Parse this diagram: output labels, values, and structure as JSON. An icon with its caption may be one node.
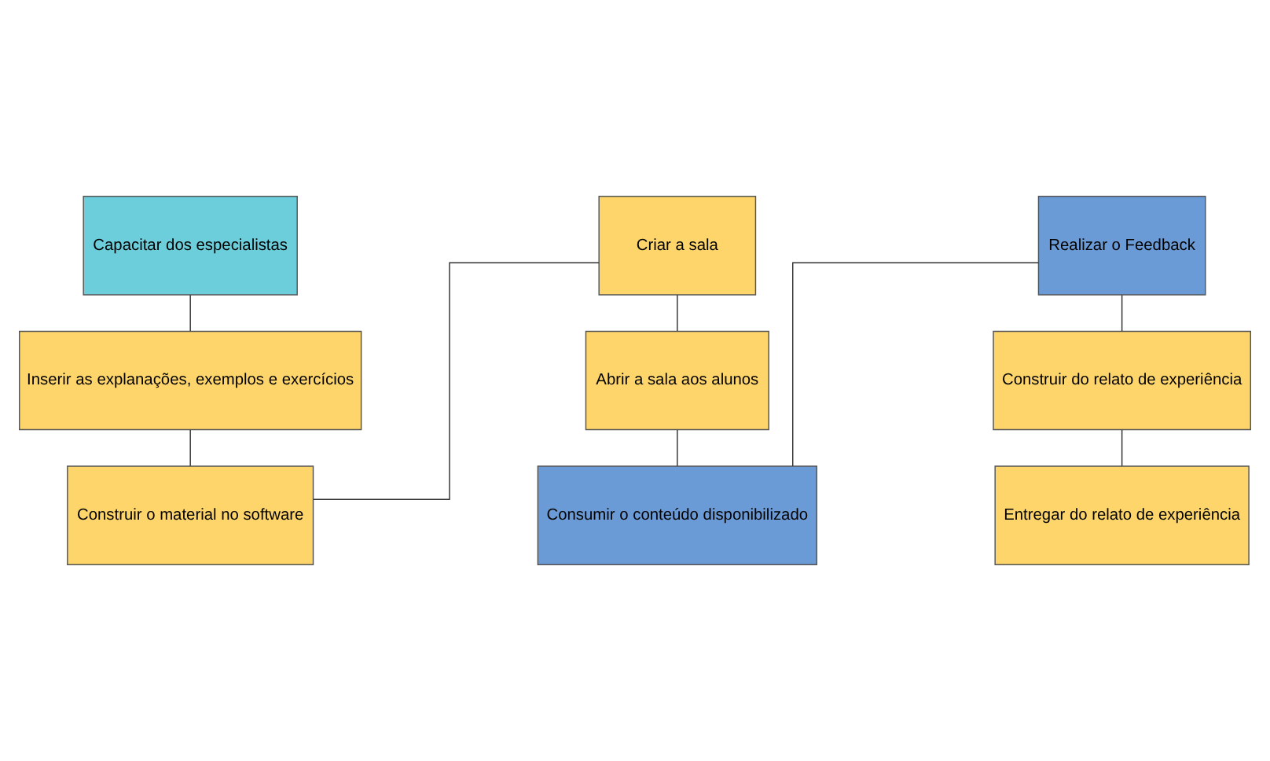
{
  "diagram": {
    "nodes": [
      {
        "text": [
          "Capacitar dos especialistas"
        ]
      },
      {
        "text": [
          "Inserir as explanações, exemplos e exercícios"
        ]
      },
      {
        "text": [
          "Construir o material no software"
        ]
      },
      {
        "text": [
          "Criar a sala"
        ]
      },
      {
        "text": [
          "Abrir a sala aos alunos"
        ]
      },
      {
        "text": [
          "Consumir o conteúdo disponibilizado"
        ]
      },
      {
        "text": [
          "Realizar o Feedback"
        ]
      },
      {
        "text": [
          "Construir do relato de experiência"
        ]
      },
      {
        "text": [
          "Entregar do relato de experiência"
        ]
      }
    ],
    "edges": [
      {
        "from": 0,
        "to": 1,
        "arrow": "none"
      },
      {
        "from": 1,
        "to": 2,
        "arrow": "none"
      },
      {
        "from": 2,
        "to": 3,
        "arrow": "none"
      },
      {
        "from": 3,
        "to": 4,
        "arrow": "none"
      },
      {
        "from": 4,
        "to": 5,
        "arrow": "none"
      },
      {
        "from": 5,
        "to": 6,
        "arrow": "none"
      },
      {
        "from": 6,
        "to": 7,
        "arrow": "none"
      },
      {
        "from": 7,
        "to": 8,
        "arrow": "none"
      }
    ]
  }
}
